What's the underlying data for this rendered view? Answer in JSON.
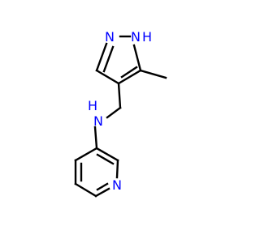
{
  "molecule": {
    "atoms": {
      "pyrazole_nh": {
        "text": "N",
        "h_text": "H",
        "element": "N"
      },
      "pyrazole_n2": {
        "text": "N",
        "element": "N"
      },
      "amine_nh": {
        "text": "N",
        "h_text": "H",
        "element": "N"
      },
      "pyridine_n": {
        "text": "N",
        "element": "N"
      }
    }
  },
  "colors": {
    "bond": "#000000",
    "nitrogen": "#0000ff",
    "background": "#ffffff"
  }
}
